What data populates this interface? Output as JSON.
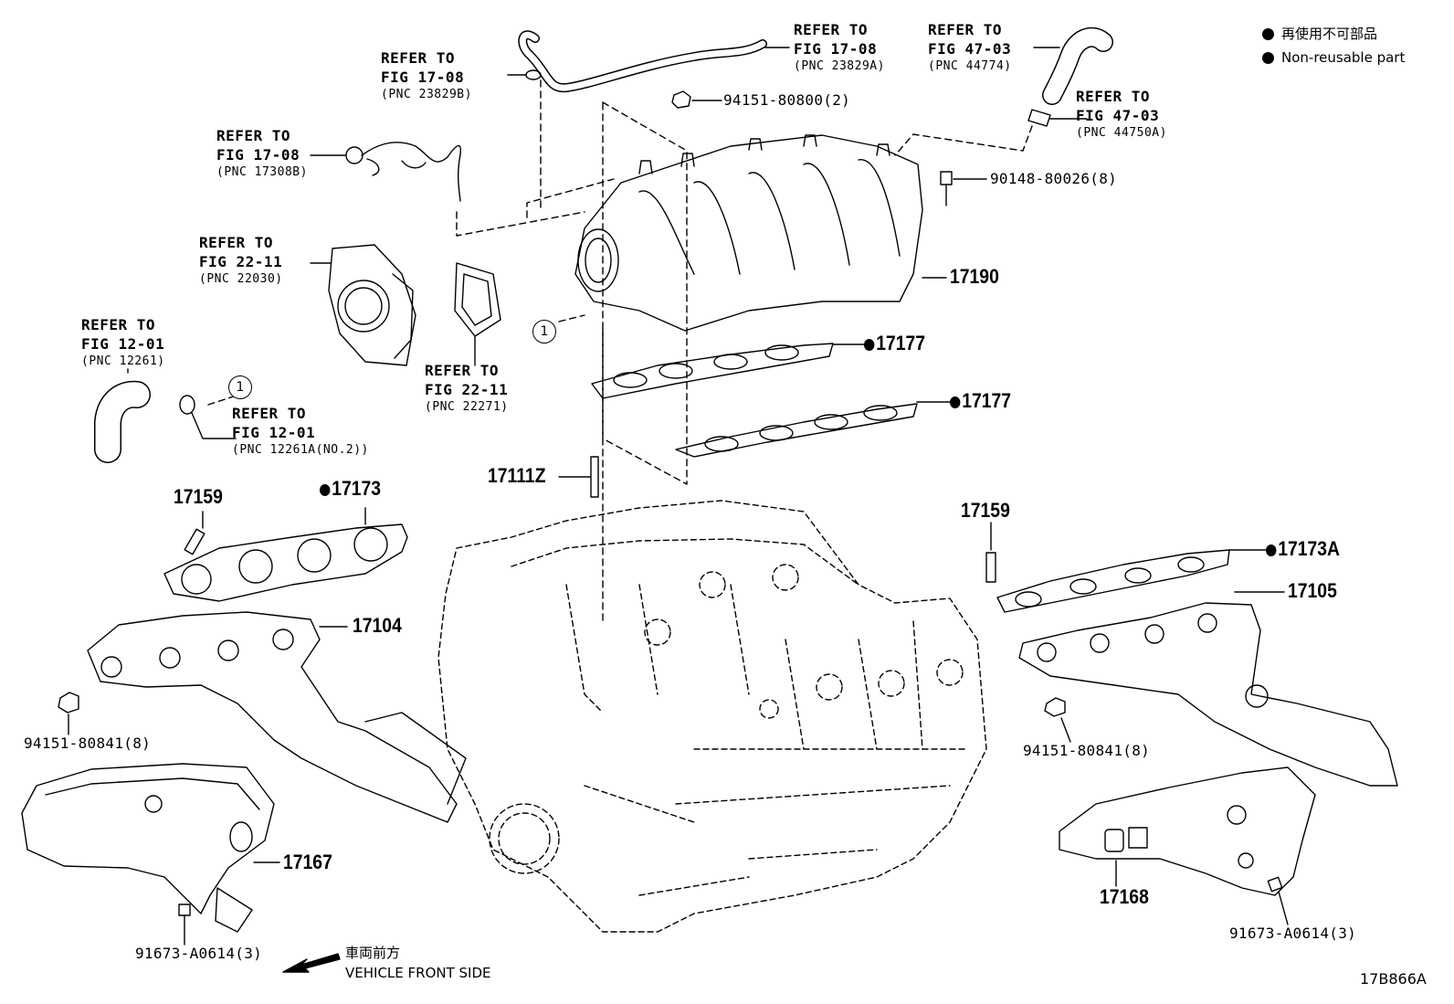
{
  "legend": {
    "jp": "再使用不可部品",
    "en": "Non-reusable part"
  },
  "direction": {
    "jp": "車両前方",
    "en": "VEHICLE FRONT SIDE"
  },
  "figure_code": "17B866A",
  "callout_marker": "1",
  "refs": {
    "hose_top": {
      "l1": "REFER TO",
      "l2": "FIG 17-08",
      "pnc": "(PNC 23829A)"
    },
    "clip_top": {
      "l1": "REFER TO",
      "l2": "FIG 17-08",
      "pnc": "(PNC 23829B)"
    },
    "pcv_hose": {
      "l1": "REFER TO",
      "l2": "FIG 17-08",
      "pnc": "(PNC 17308B)"
    },
    "hose_right": {
      "l1": "REFER TO",
      "l2": "FIG 47-03",
      "pnc": "(PNC 44774)"
    },
    "clip_right": {
      "l1": "REFER TO",
      "l2": "FIG 47-03",
      "pnc": "(PNC 44750A)"
    },
    "throttle_body": {
      "l1": "REFER TO",
      "l2": "FIG 22-11",
      "pnc": "(PNC 22030)"
    },
    "throttle_gasket": {
      "l1": "REFER TO",
      "l2": "FIG 22-11",
      "pnc": "(PNC 22271)"
    },
    "coolant_hose": {
      "l1": "REFER TO",
      "l2": "FIG 12-01",
      "pnc": "(PNC 12261)"
    },
    "coolant_clip": {
      "l1": "REFER TO",
      "l2": "FIG 12-01",
      "pnc": "(PNC 12261A(NO.2))"
    }
  },
  "parts": {
    "nut_top": "94151-80800(2)",
    "bolt_top": "90148-80026(8)",
    "intake_manifold": "17190",
    "intake_gasket_1": "17177",
    "intake_gasket_2": "17177",
    "stud_center": "17111Z",
    "stud_left": "17159",
    "exh_gasket_left": "17173",
    "exh_manifold_left": "17104",
    "nut_left": "94151-80841(8)",
    "heat_insulator_left": "17167",
    "bolt_left": "91673-A0614(3)",
    "stud_right": "17159",
    "exh_gasket_right": "17173A",
    "exh_manifold_right": "17105",
    "nut_right": "94151-80841(8)",
    "heat_insulator_right": "17168",
    "bolt_right": "91673-A0614(3)"
  },
  "non_reusable": [
    "17177",
    "17173",
    "17173A"
  ],
  "colors": {
    "ink": "#000000",
    "paper": "#ffffff"
  }
}
